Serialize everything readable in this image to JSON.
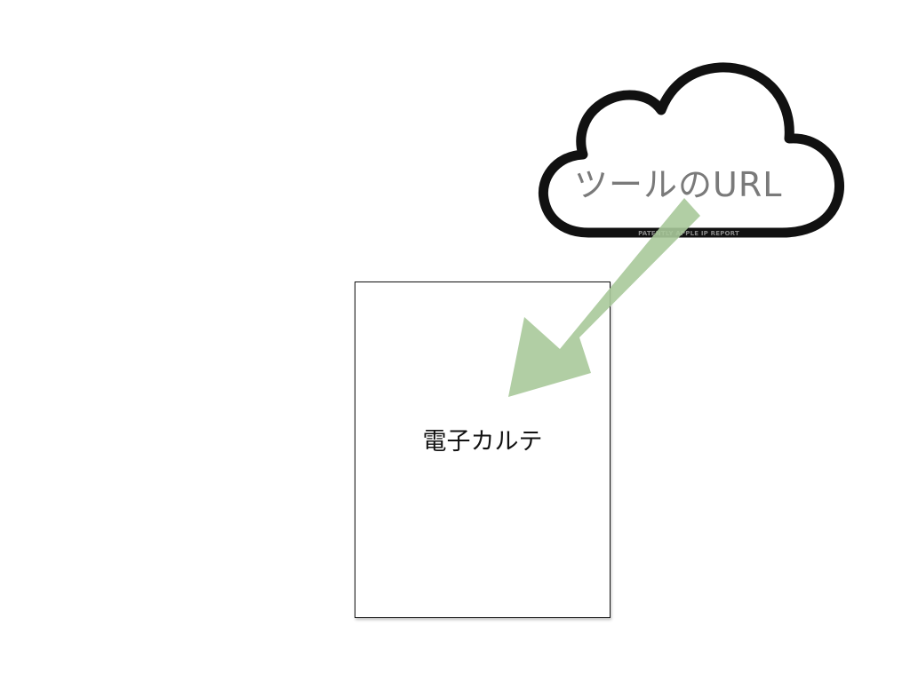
{
  "cloud": {
    "label": "ツールのURL",
    "watermark": "PATENTLY APPLE IP REPORT",
    "icon": "cloud-icon",
    "outline_color": "#111111"
  },
  "document": {
    "label": "電子カルテ"
  },
  "arrow": {
    "icon": "arrow-down-left-icon",
    "color": "#a9c99a"
  }
}
